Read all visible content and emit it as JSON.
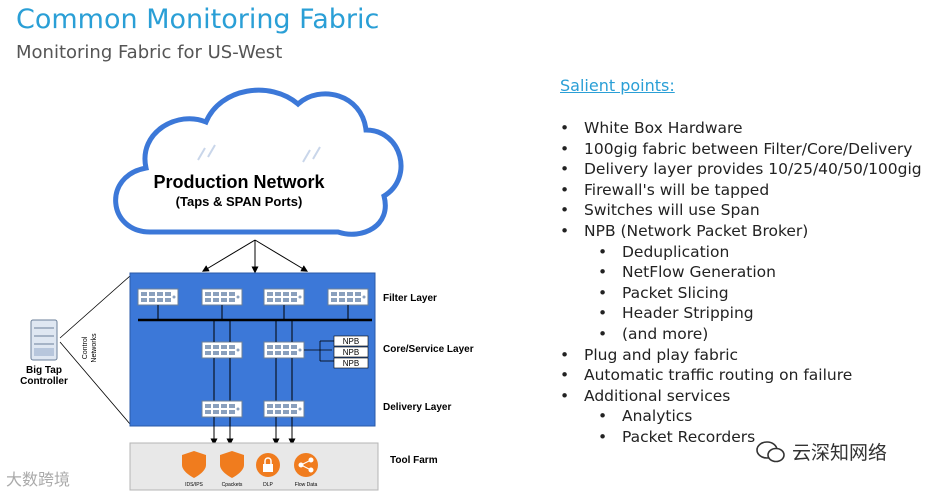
{
  "header": {
    "title": "Common Monitoring Fabric",
    "subtitle": "Monitoring Fabric for US-West"
  },
  "diagram": {
    "cloud": {
      "title": "Production Network",
      "subtitle": "(Taps & SPAN Ports)"
    },
    "layers": {
      "filter": "Filter Layer",
      "core": "Core/Service Layer",
      "delivery": "Delivery Layer",
      "tool_farm": "Tool Farm"
    },
    "controller": {
      "line1": "Big Tap",
      "line2": "Controller"
    },
    "control_networks": {
      "line1": "Control",
      "line2": "Networks"
    },
    "npb_labels": [
      "NPB",
      "NPB",
      "NPB"
    ],
    "tools": [
      {
        "label": "IDS/IPS",
        "icon": "shield-icon"
      },
      {
        "label": "Cpackets",
        "icon": "shield-icon"
      },
      {
        "label": "DLP",
        "icon": "lock-icon"
      },
      {
        "label": "Flow Data",
        "icon": "share-icon"
      }
    ],
    "colors": {
      "fabric_fill": "#3c78d8",
      "tool_farm_fill": "#e8e8e8",
      "tool_icon": "#f07c1e",
      "cloud_stroke": "#3c78d8"
    }
  },
  "salient": {
    "heading": "Salient points:",
    "items": [
      {
        "level": 1,
        "text": "White Box Hardware"
      },
      {
        "level": 1,
        "text": "100gig fabric between Filter/Core/Delivery"
      },
      {
        "level": 1,
        "text": "Delivery layer provides 10/25/40/50/100gig"
      },
      {
        "level": 1,
        "text": "Firewall's will be tapped"
      },
      {
        "level": 1,
        "text": "Switches will use Span"
      },
      {
        "level": 1,
        "text": "NPB (Network Packet Broker)"
      },
      {
        "level": 2,
        "text": "Deduplication"
      },
      {
        "level": 2,
        "text": "NetFlow Generation"
      },
      {
        "level": 2,
        "text": "Packet Slicing"
      },
      {
        "level": 2,
        "text": "Header Stripping"
      },
      {
        "level": 2,
        "text": "(and more)"
      },
      {
        "level": 1,
        "text": "Plug and play fabric"
      },
      {
        "level": 1,
        "text": "Automatic traffic routing on failure"
      },
      {
        "level": 1,
        "text": "Additional services"
      },
      {
        "level": 2,
        "text": "Analytics"
      },
      {
        "level": 2,
        "text": "Packet Recorders"
      }
    ]
  },
  "watermarks": {
    "left": "大数跨境",
    "right": "云深知网络"
  }
}
